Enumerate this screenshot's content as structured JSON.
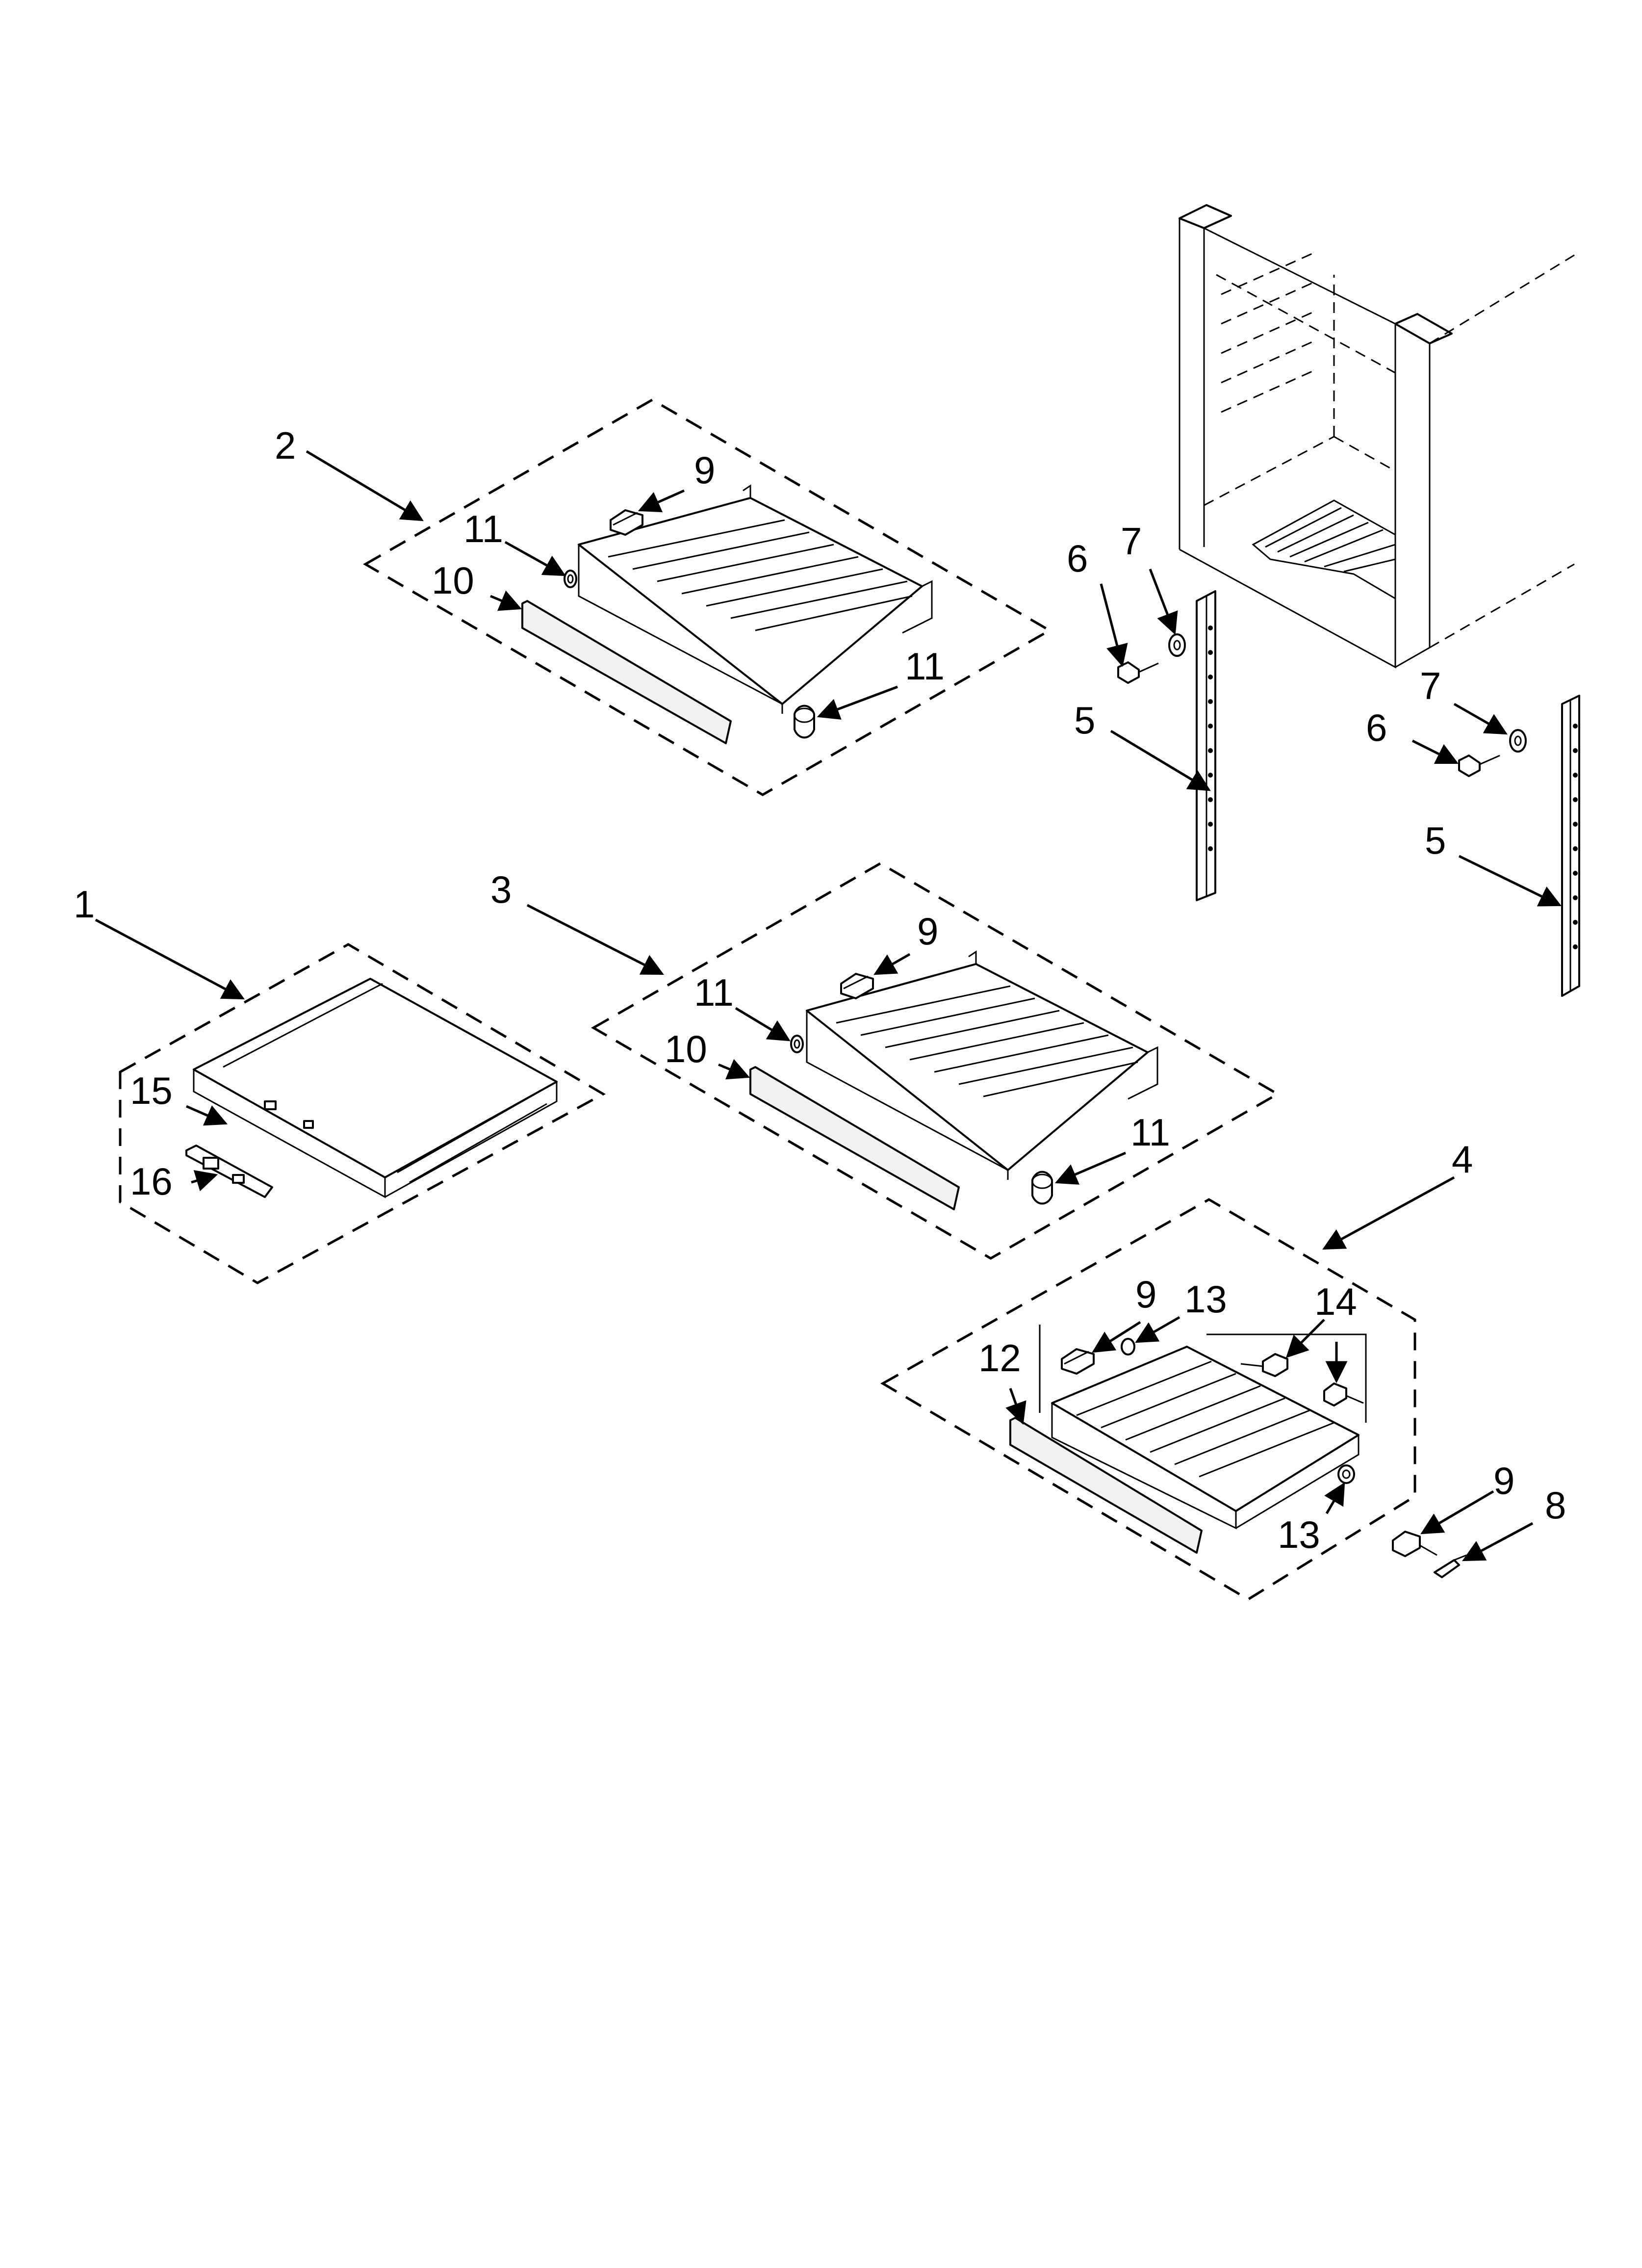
{
  "callouts": {
    "c1": "1",
    "c2": "2",
    "c3": "3",
    "c4": "4",
    "c5a": "5",
    "c5b": "5",
    "c6a": "6",
    "c6b": "6",
    "c7a": "7",
    "c7b": "7",
    "c8": "8",
    "c9a": "9",
    "c9b": "9",
    "c9c": "9",
    "c9d": "9",
    "c10a": "10",
    "c10b": "10",
    "c11a": "11",
    "c11b": "11",
    "c11c": "11",
    "c11d": "11",
    "c12": "12",
    "c13a": "13",
    "c13b": "13",
    "c14": "14",
    "c15": "15",
    "c16": "16"
  }
}
